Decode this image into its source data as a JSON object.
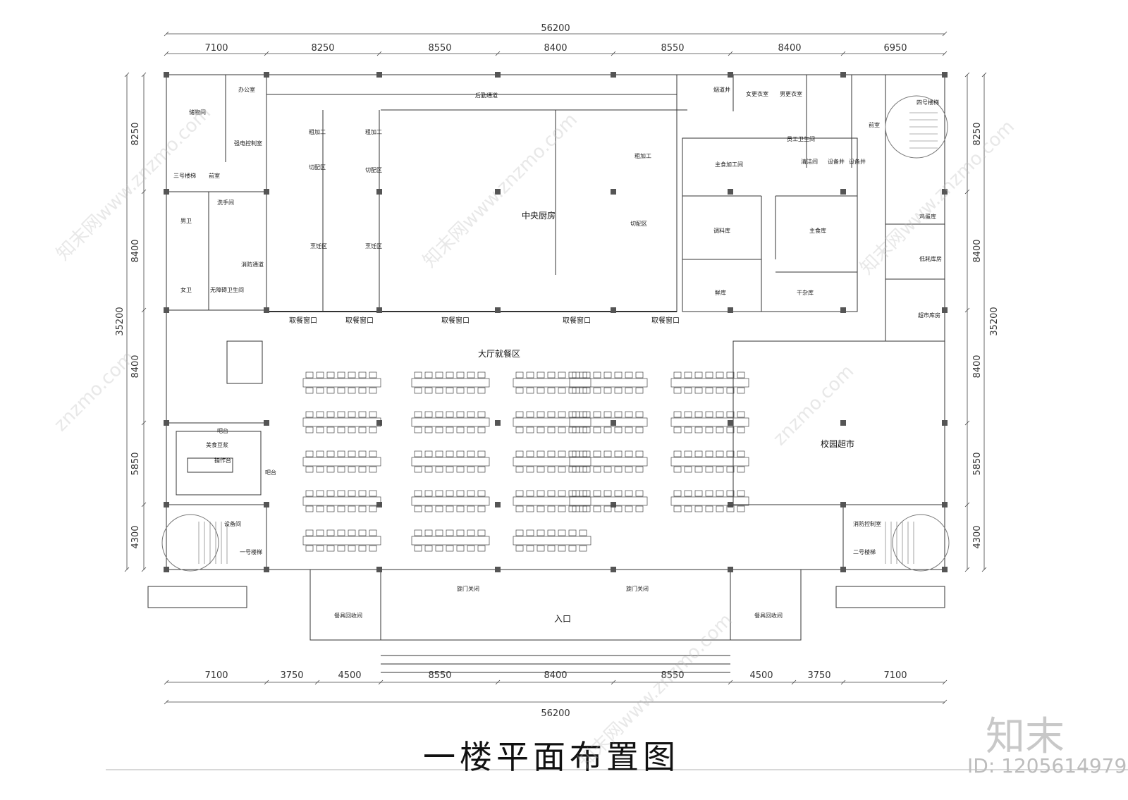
{
  "plan": {
    "title": "一楼平面布置图",
    "dims": {
      "top_total": "56200",
      "bottom_total": "56200",
      "top": [
        "7100",
        "8250",
        "8550",
        "8400",
        "8550",
        "8400",
        "6950"
      ],
      "bottom": [
        "7100",
        "3750",
        "4500",
        "8550",
        "8400",
        "8550",
        "4500",
        "3750",
        "7100"
      ],
      "left": [
        "8250",
        "8400",
        "8400",
        "5850",
        "4300"
      ],
      "left_total": "35200",
      "right": [
        "8250",
        "8400",
        "8400",
        "5850",
        "4300"
      ],
      "right_total": "35200"
    },
    "rooms": {
      "storage": "储物间",
      "office": "办公室",
      "power": "强电控制室",
      "stair3": "三号楼梯",
      "lobby_left": "前室",
      "mop": "洗手间",
      "male_wc": "男卫",
      "female_wc": "女卫",
      "fire_passage": "消防通道",
      "accessible_wc": "无障碍卫生间",
      "back_corridor": "后勤通道",
      "rough1": "粗加工",
      "rough2": "粗加工",
      "rough3": "粗加工",
      "cut1": "切配区",
      "cut2": "切配区",
      "cut3": "切配区",
      "cook1": "烹饪区",
      "cook2": "烹饪区",
      "central_kitchen": "中央厨房",
      "staple_proc": "主食加工间",
      "seasoning": "调料库",
      "staple_store": "主食库",
      "dry_store": "干杂库",
      "fresh_store": "鲜库",
      "smoke": "烟道井",
      "female_locker": "女更衣室",
      "male_locker": "男更衣室",
      "staff_wc": "员工卫生间",
      "cleaning": "清洁间",
      "equip1": "设备井",
      "equip2": "设备井",
      "lobby_right": "前室",
      "stair4": "四号楼梯",
      "poultry": "鸡蛋库",
      "low_cons": "低耗库房",
      "market_store": "超市库房",
      "window1": "取餐窗口",
      "window2": "取餐窗口",
      "window3": "取餐窗口",
      "window4": "取餐窗口",
      "window5": "取餐窗口",
      "dining": "大厅就餐区",
      "market": "校园超市",
      "bar": "吧台",
      "bar2": "吧台",
      "soy": "美食豆浆",
      "counter": "操作台",
      "equip_room": "设备间",
      "stair1": "一号楼梯",
      "fire_ctrl": "消防控制室",
      "stair2": "二号楼梯",
      "tray_left": "餐具回收间",
      "tray_right": "餐具回收间",
      "entrance": "入口",
      "door_l": "旋门关闭",
      "door_r": "旋门关闭"
    }
  },
  "brand": {
    "logo": "知末",
    "id": "ID: 1205614979"
  },
  "watermarks": [
    "知末网www.znzmo.com",
    "知末网www.znzmo.com",
    "知末网www.znzmo.com",
    "知末网www.znzmo.com",
    "znzmo.com",
    "znzmo.com"
  ]
}
